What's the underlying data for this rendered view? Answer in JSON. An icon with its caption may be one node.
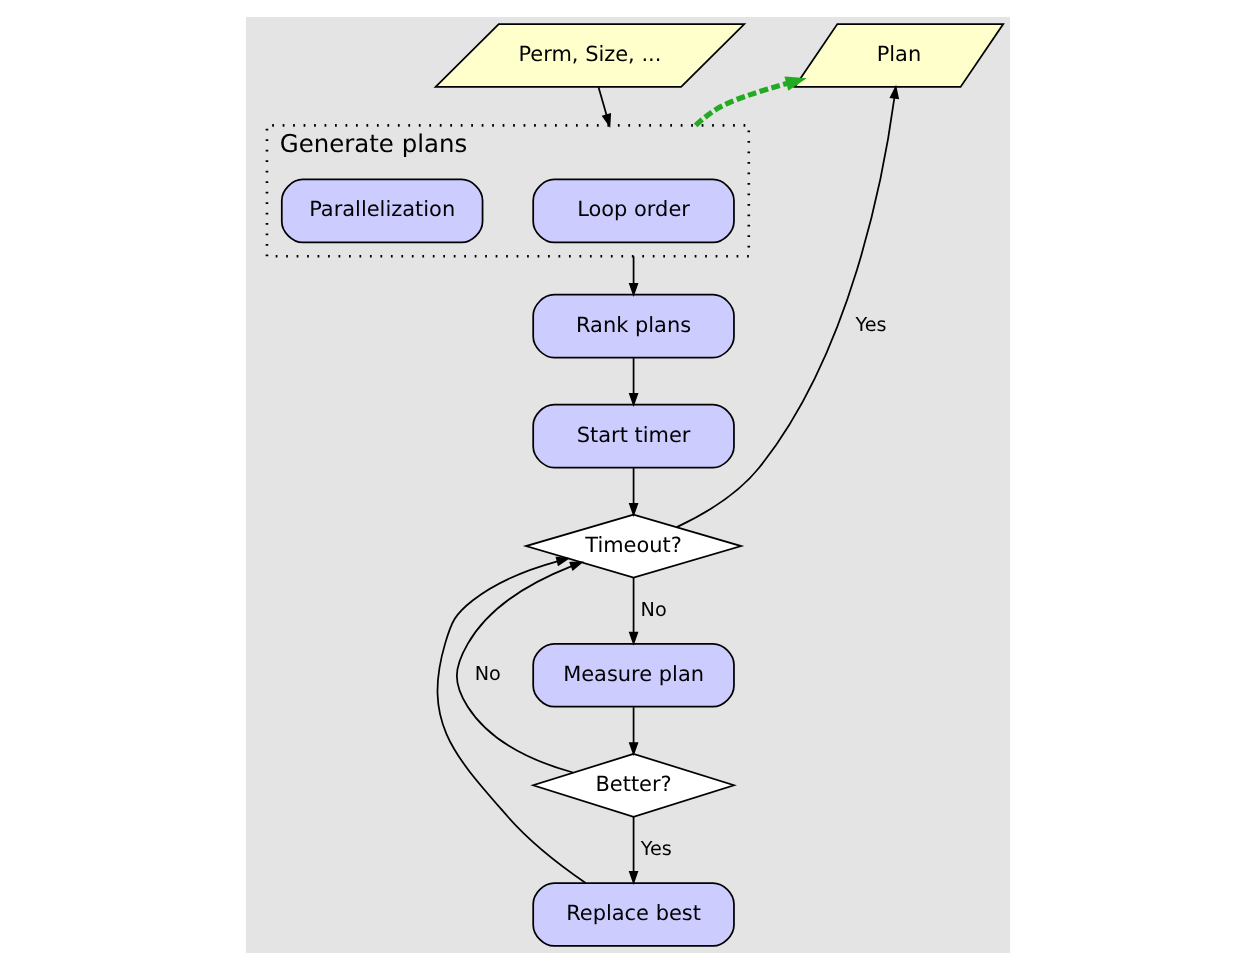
{
  "diagram": {
    "nodes": [
      {
        "text": [
          "Perm, Size, ..."
        ]
      },
      {
        "text": [
          "Plan"
        ]
      },
      {
        "text": [
          "Generate plans"
        ]
      },
      {
        "text": [
          "Loop order"
        ],
        "in": 2
      },
      {
        "text": [
          "Parallelization"
        ],
        "in": 2
      },
      {
        "text": [
          "Replace best"
        ]
      },
      {
        "text": [
          "Better?"
        ]
      },
      {
        "text": [
          "Rank plans"
        ]
      },
      {
        "text": [
          "Measure plan"
        ]
      },
      {
        "text": [
          "Start timer"
        ]
      },
      {
        "text": [
          "Timeout?"
        ]
      }
    ],
    "edges": [
      {
        "from": 0,
        "to": 2,
        "arrow": "to"
      },
      {
        "from": 2,
        "to": 1,
        "arrow": "to",
        "style": "dashed",
        "color": "#22aa22"
      },
      {
        "from": 2,
        "to": 7,
        "arrow": "to"
      },
      {
        "from": 7,
        "to": 9,
        "arrow": "to"
      },
      {
        "from": 9,
        "to": 10,
        "arrow": "to"
      },
      {
        "from": 10,
        "to": 8,
        "arrow": "to",
        "label": "No"
      },
      {
        "from": 8,
        "to": 6,
        "arrow": "to"
      },
      {
        "from": 6,
        "to": 5,
        "arrow": "to",
        "label": "Yes"
      },
      {
        "from": 6,
        "to": 10,
        "arrow": "to",
        "label": "No"
      },
      {
        "from": 5,
        "to": 10,
        "arrow": "to"
      },
      {
        "from": 10,
        "to": 1,
        "arrow": "to",
        "label": "Yes"
      }
    ]
  }
}
